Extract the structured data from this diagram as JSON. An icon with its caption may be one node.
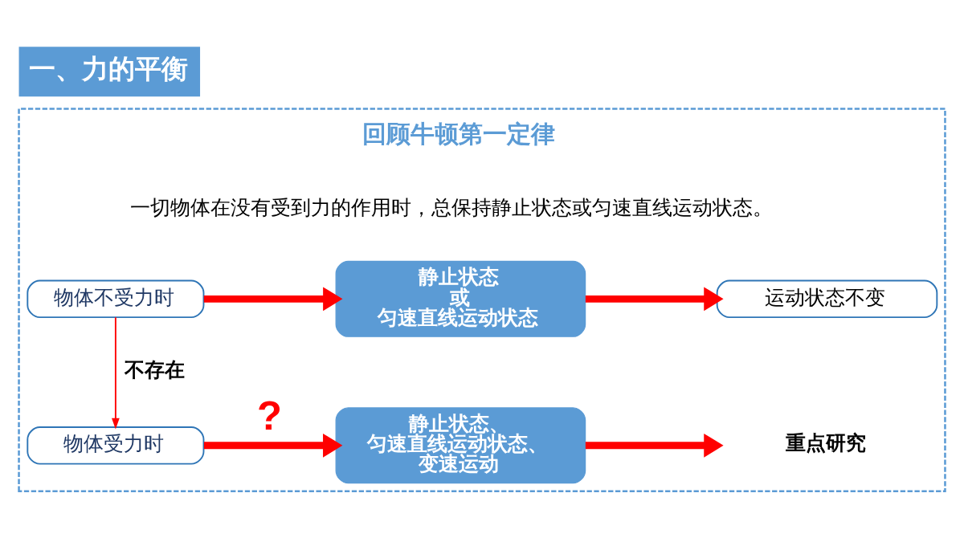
{
  "diagram": {
    "title": "一、力的平衡",
    "nodes": [
      {
        "text": [],
        "shape": "box"
      },
      {
        "text": [
          "物体不受力时"
        ],
        "in": 0
      },
      {
        "text": [
          "静止状态",
          "或",
          "匀速直线运动状态"
        ],
        "in": 0
      },
      {
        "text": [
          "运动状态不变"
        ],
        "in": 0
      },
      {
        "text": [
          "物体受力时"
        ],
        "in": 0
      },
      {
        "text": [
          "静止状态、",
          "匀速直线运动状态、",
          "变速运动"
        ],
        "in": 0
      },
      {
        "text": [
          "重点研究"
        ],
        "in": 0
      }
    ],
    "edges": [
      {
        "from": 1,
        "to": 2,
        "arrow": "to"
      },
      {
        "from": 2,
        "to": 3,
        "arrow": "to"
      },
      {
        "from": 1,
        "to": 4,
        "arrow": "to",
        "label": "不存在"
      },
      {
        "from": 4,
        "to": 5,
        "arrow": "to",
        "label": "?"
      },
      {
        "from": 5,
        "to": 6,
        "arrow": "to"
      }
    ],
    "labels": [
      "回顾牛顿第一定律",
      "一切物体在没有受到力的作用时，总保持静止状态或匀速直线运动状态。"
    ]
  }
}
